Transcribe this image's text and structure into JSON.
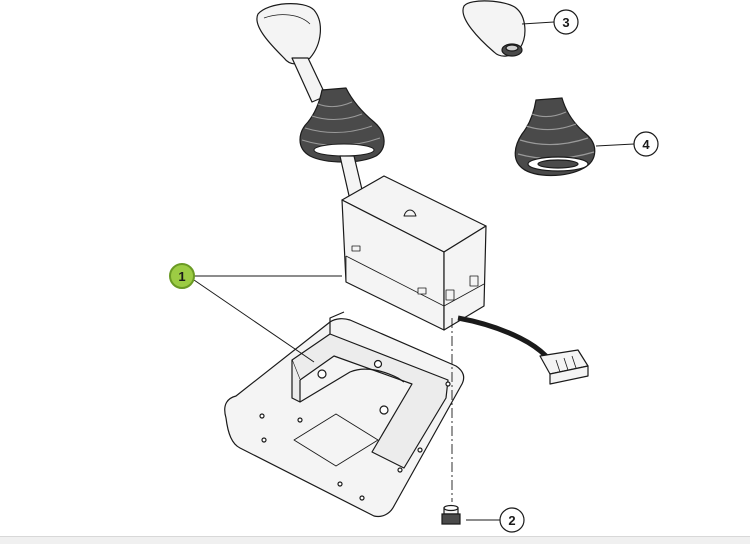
{
  "callouts": [
    {
      "label": "1",
      "selected": true
    },
    {
      "label": "2",
      "selected": false
    },
    {
      "label": "3",
      "selected": false
    },
    {
      "label": "4",
      "selected": false
    }
  ],
  "colors": {
    "line": "#1a1a1a",
    "rubber": "#4a4a4a",
    "part_fill": "#f4f4f4",
    "highlight_fill": "#9ccc44",
    "highlight_stroke": "#6a9a24"
  }
}
